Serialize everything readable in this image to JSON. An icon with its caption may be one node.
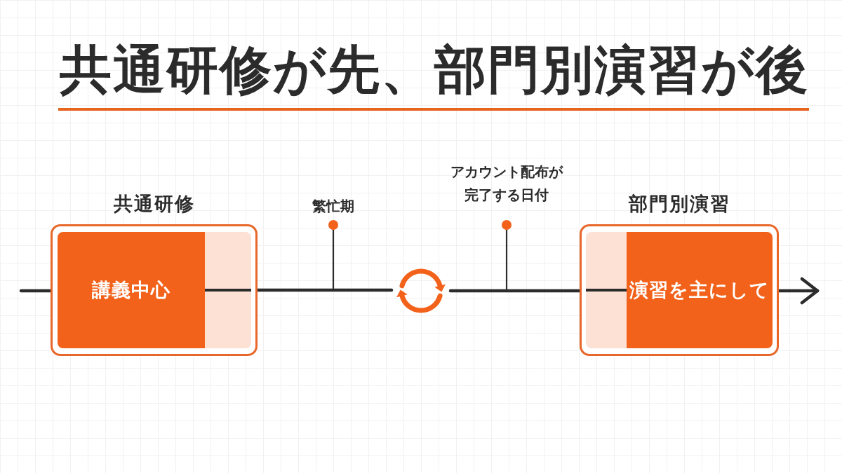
{
  "diagram": {
    "title": "共通研修が先、部門別演習が後",
    "nodes": [
      {
        "text": [
          "共通研修"
        ]
      },
      {
        "text": [
          "講義中心"
        ],
        "in": 0
      },
      {
        "text": [],
        "shape": "box",
        "in": 0
      },
      {
        "text": [],
        "shape": "circle"
      },
      {
        "text": [
          "部門別演習"
        ]
      },
      {
        "text": [],
        "shape": "box",
        "in": 4
      },
      {
        "text": [
          "演習を主にして"
        ],
        "in": 4
      }
    ],
    "edges": [
      {
        "from": null,
        "to": 0,
        "arrow": "none"
      },
      {
        "from": 0,
        "to": 3,
        "arrow": "none"
      },
      {
        "from": 3,
        "to": 4,
        "arrow": "none"
      },
      {
        "from": 4,
        "to": null,
        "arrow": "to"
      }
    ],
    "labels": [
      "繁忙期",
      "アカウント配布が完了する日付"
    ]
  }
}
